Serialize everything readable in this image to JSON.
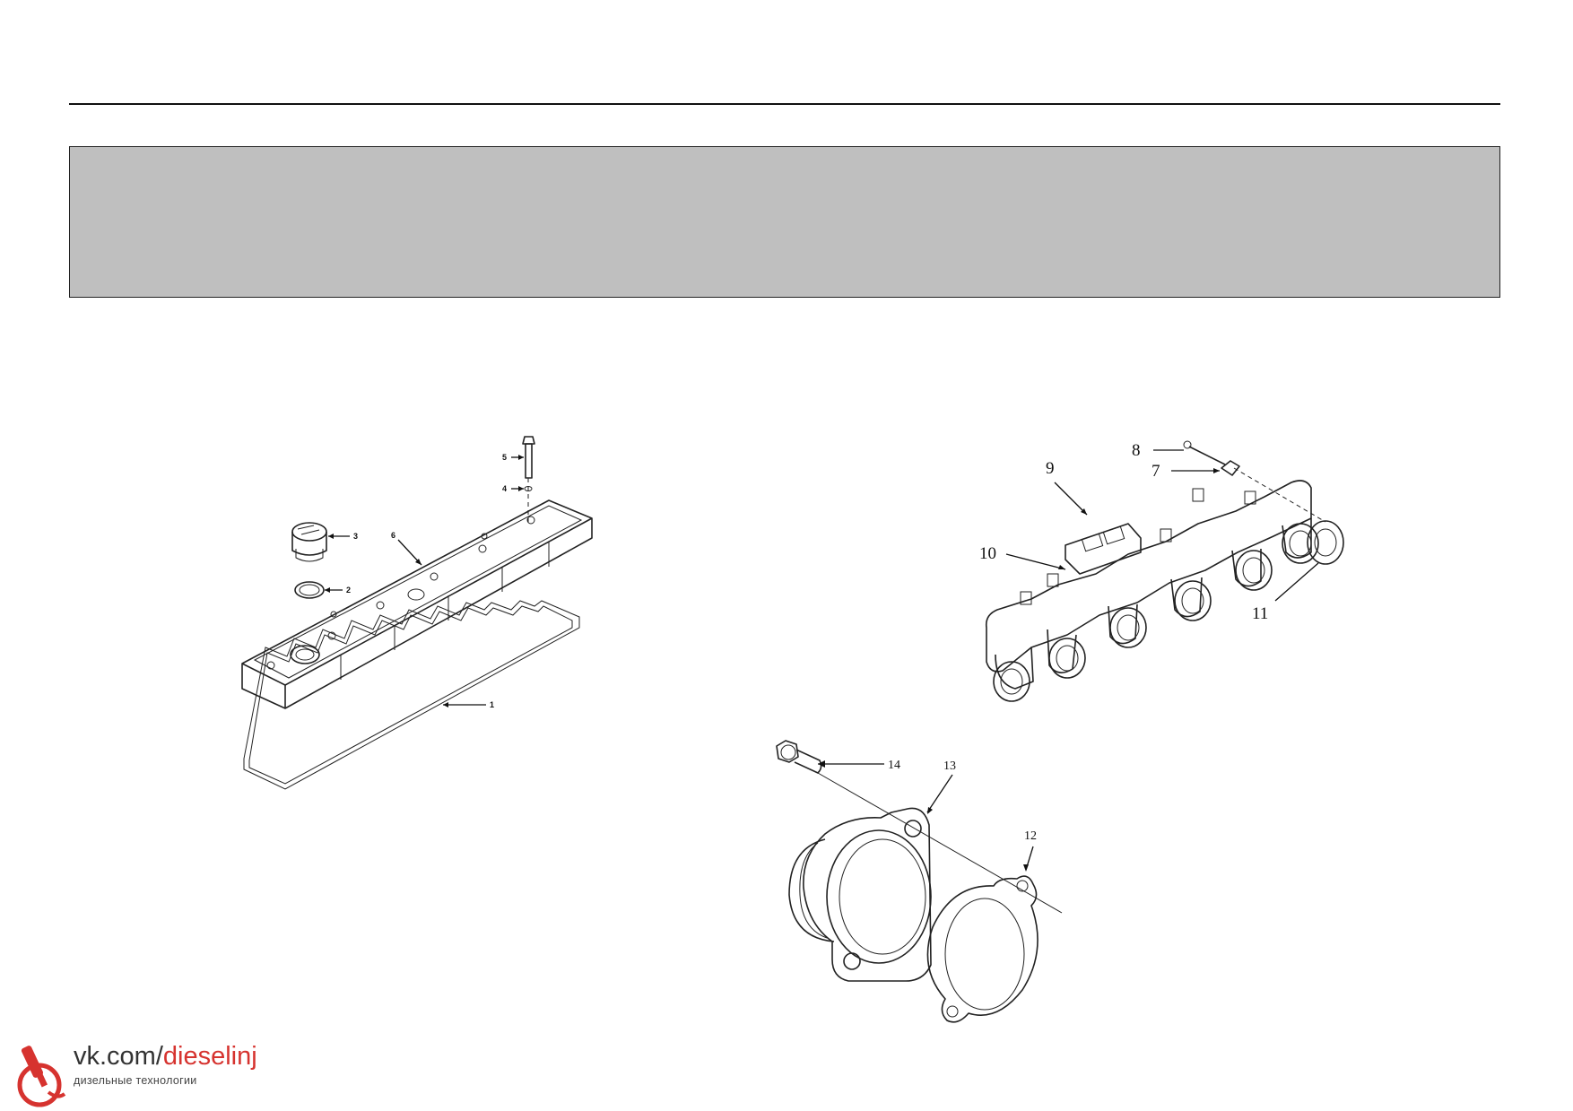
{
  "figures": {
    "valve_cover": {
      "callouts": [
        "1",
        "2",
        "3",
        "4",
        "5",
        "6"
      ]
    },
    "exhaust_manifold": {
      "callouts": [
        "7",
        "8",
        "9",
        "10",
        "11"
      ]
    },
    "outlet_connection": {
      "callouts": [
        "12",
        "13",
        "14"
      ]
    }
  },
  "watermark": {
    "site_prefix": "vk.com/",
    "site_accent": "dieselinj",
    "tagline": "дизельные технологии",
    "icon": "injector-logo-icon",
    "accent_color": "#d6332f"
  }
}
